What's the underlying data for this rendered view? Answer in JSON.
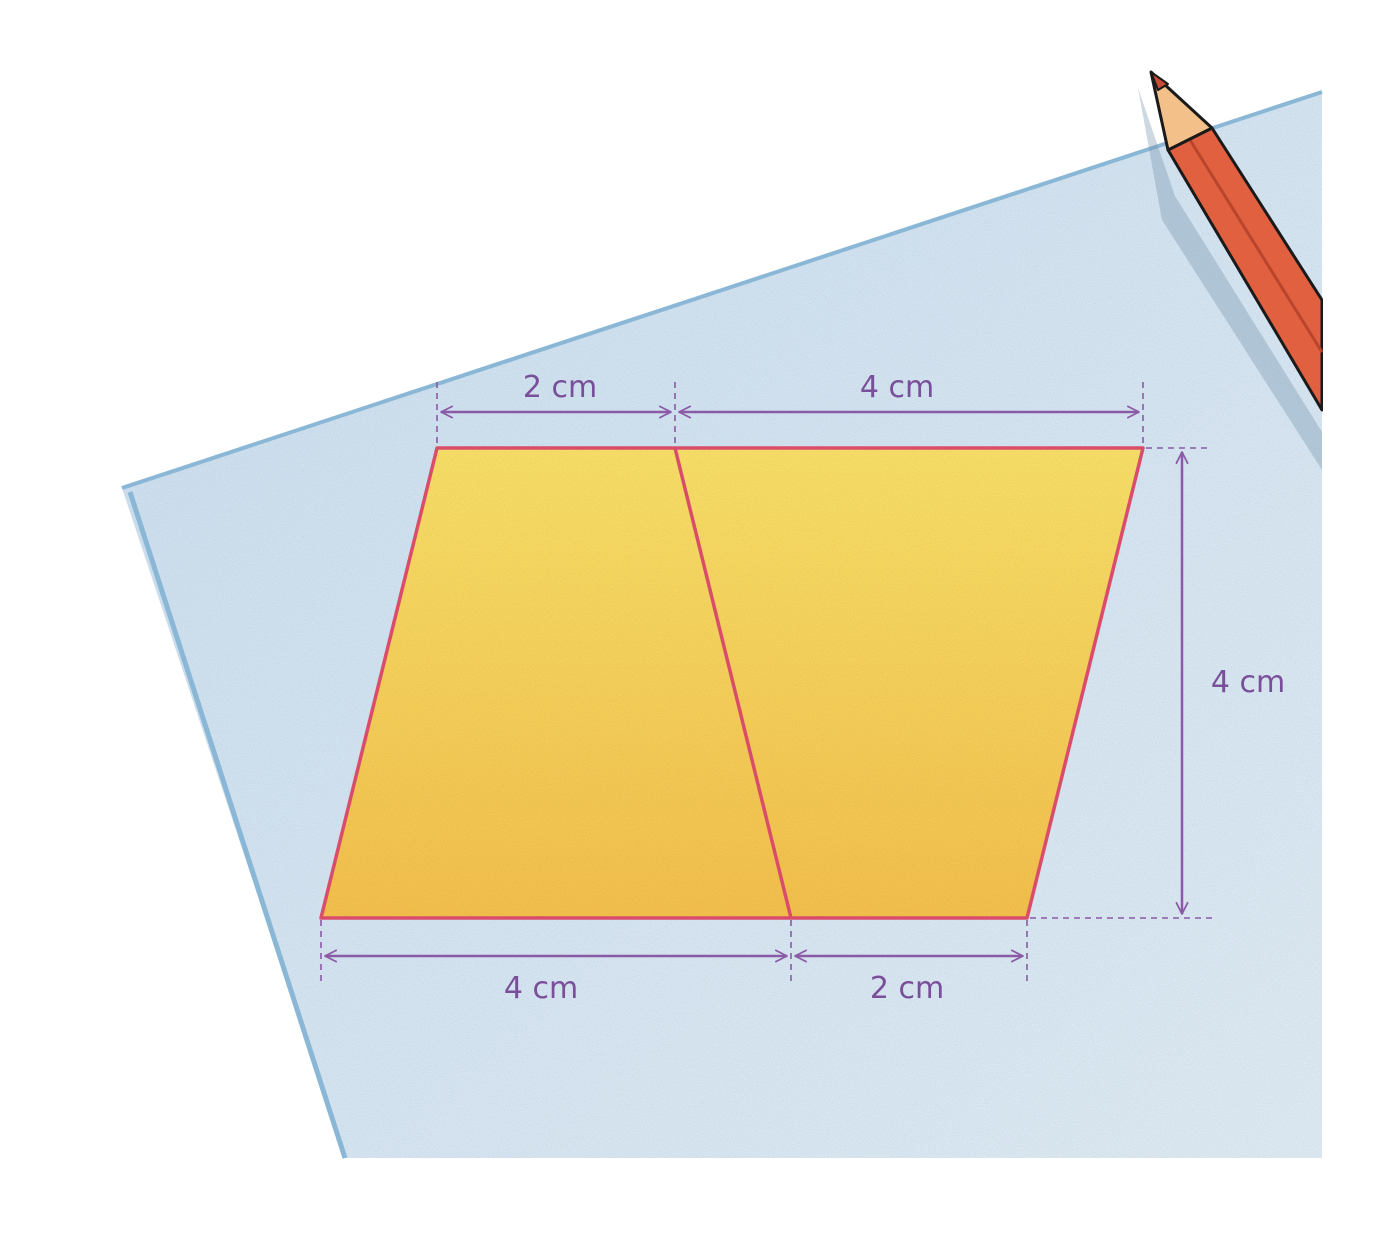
{
  "labels": {
    "top_left": "2 cm",
    "top_right": "4 cm",
    "right_height": "4 cm",
    "bottom_left": "4 cm",
    "bottom_right": "2 cm"
  },
  "colors": {
    "paper": "#d6e8f6",
    "paper_edge": "#8ab7d6",
    "shape_fill": "#fcd45a",
    "shape_outline": "#d94d6b",
    "dimension": "#8a5aa6",
    "pencil_body": "#e0603f",
    "pencil_wood": "#f4c08a"
  }
}
